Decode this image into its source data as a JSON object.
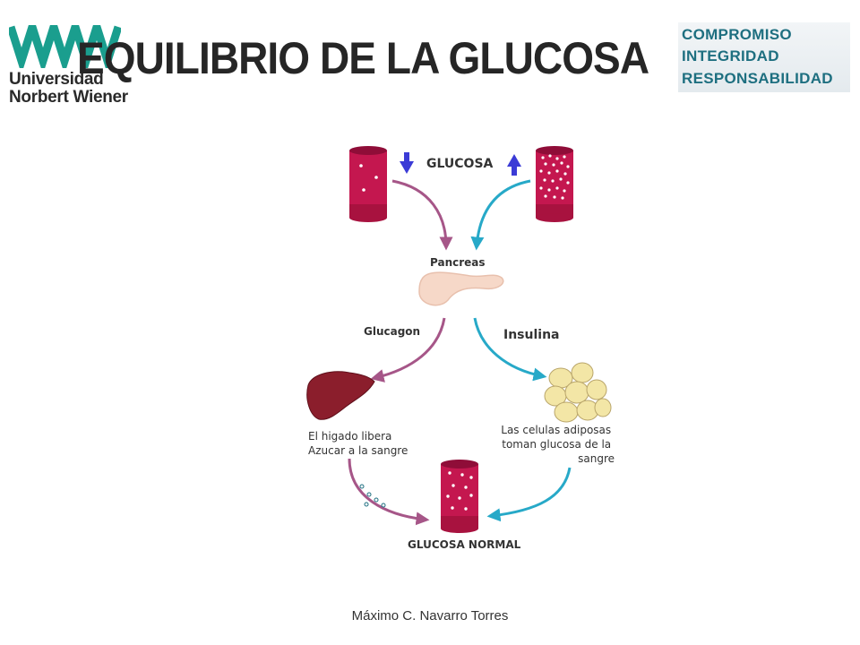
{
  "header": {
    "title": "EQUILIBRIO DE LA GLUCOSA",
    "logo_left": {
      "line1": "Universidad",
      "line2": "Norbert Wiener"
    },
    "values_logo": [
      "COMPROMISO",
      "INTEGRIDAD",
      "RESPONSABILIDAD"
    ]
  },
  "diagram": {
    "glucose_label": "GLUCOSA",
    "pancreas_label": "Pancreas",
    "glucagon_label": "Glucagon",
    "insulin_label": "Insulina",
    "liver_text": [
      "El higado libera",
      "Azucar a la sangre"
    ],
    "fat_text": [
      "Las celulas adiposas",
      "toman glucosa de la",
      "sangre"
    ],
    "normal_label": "GLUCOSA NORMAL",
    "colors": {
      "vessel": "#c4174f",
      "vessel_dark": "#8f0d38",
      "magenta_arrow": "#a65688",
      "blue_arrow": "#27a9c8",
      "liver": "#8b1e2c",
      "pancreas": "#f6d8c8",
      "fat_cell": "#f3e6a6"
    },
    "icons": [
      "arrow-down-icon",
      "arrow-up-icon"
    ]
  },
  "footer": {
    "author": "Máximo C. Navarro Torres"
  }
}
